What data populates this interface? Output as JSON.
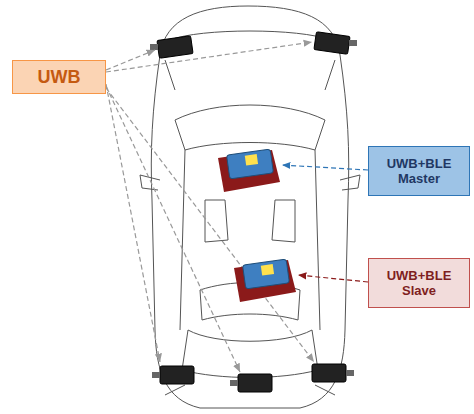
{
  "diagram": {
    "nodes": [
      {
        "text": [
          "UWB"
        ]
      },
      {
        "text": [
          "UWB+BLE Master"
        ]
      },
      {
        "text": [
          "UWB+BLE Slave"
        ]
      }
    ]
  }
}
